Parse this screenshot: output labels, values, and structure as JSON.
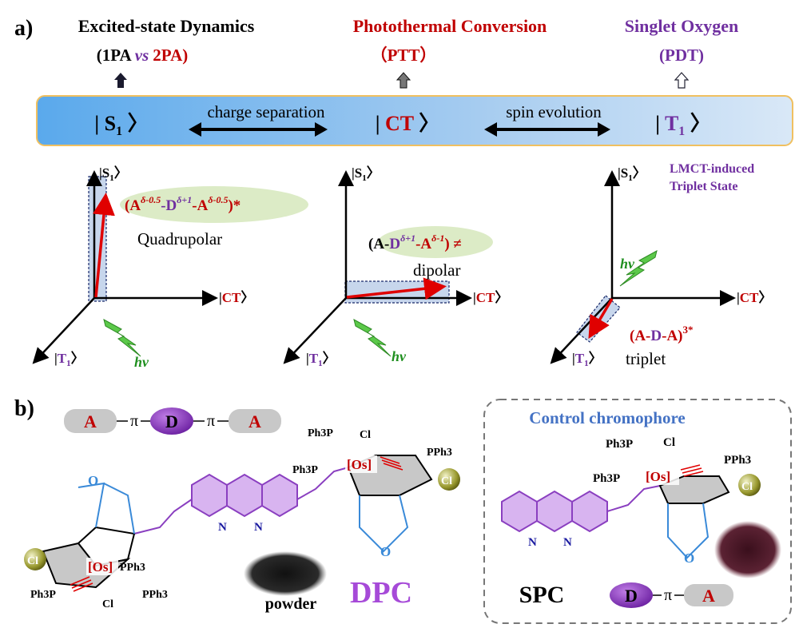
{
  "panel_a": {
    "label": "a)",
    "columns": [
      {
        "title": "Excited-state Dynamics",
        "subtitle_pre": "(1PA ",
        "subtitle_vs": "vs",
        "subtitle_post": "2PA)"
      },
      {
        "title": "Photothermal Conversion",
        "subtitle": "（PTT）"
      },
      {
        "title": "Singlet Oxygen",
        "subtitle": "(PDT)"
      }
    ],
    "band": {
      "s1": "S",
      "ct": "CT",
      "t1": "T",
      "subscript": "1",
      "arrow_left": "charge separation",
      "arrow_right": "spin evolution"
    },
    "axes": {
      "s1": "S",
      "ct": "CT",
      "t1": "T",
      "sub": "1",
      "hv": "hv"
    },
    "plots": {
      "quadrupolar": {
        "formula": "(A",
        "sup1": "δ-0.5",
        "d": "-D",
        "sup2": "δ+1",
        "a2": "-A",
        "sup3": "δ-0.5",
        "tail": ")*",
        "label": "Quadrupolar"
      },
      "dipolar": {
        "formula": "(A-D",
        "sup1": "δ+1",
        "a2": "-A",
        "sup2": "δ-1",
        "tail": ") ≠",
        "label": "dipolar"
      },
      "triplet": {
        "formula": "(A-D-A)",
        "sup": "3*",
        "label": "triplet",
        "note_line1": "LMCT-induced",
        "note_line2": "Triplet State"
      }
    }
  },
  "panel_b": {
    "label": "b)",
    "scheme": {
      "a": "A",
      "pi": "π",
      "d": "D"
    },
    "dpc": {
      "name": "DPC",
      "powder": "powder",
      "ph3p": "Ph3P",
      "pph3": "PPh3",
      "cl": "Cl",
      "os": "[Os]",
      "n": "N",
      "o": "O"
    },
    "control": {
      "title": "Control chromophore",
      "name": "SPC"
    }
  },
  "colors": {
    "red": "#c00000",
    "purple": "#7030a0",
    "blue": "#4472c4",
    "green": "#1f8f1f",
    "band": "#bcd7f2"
  }
}
